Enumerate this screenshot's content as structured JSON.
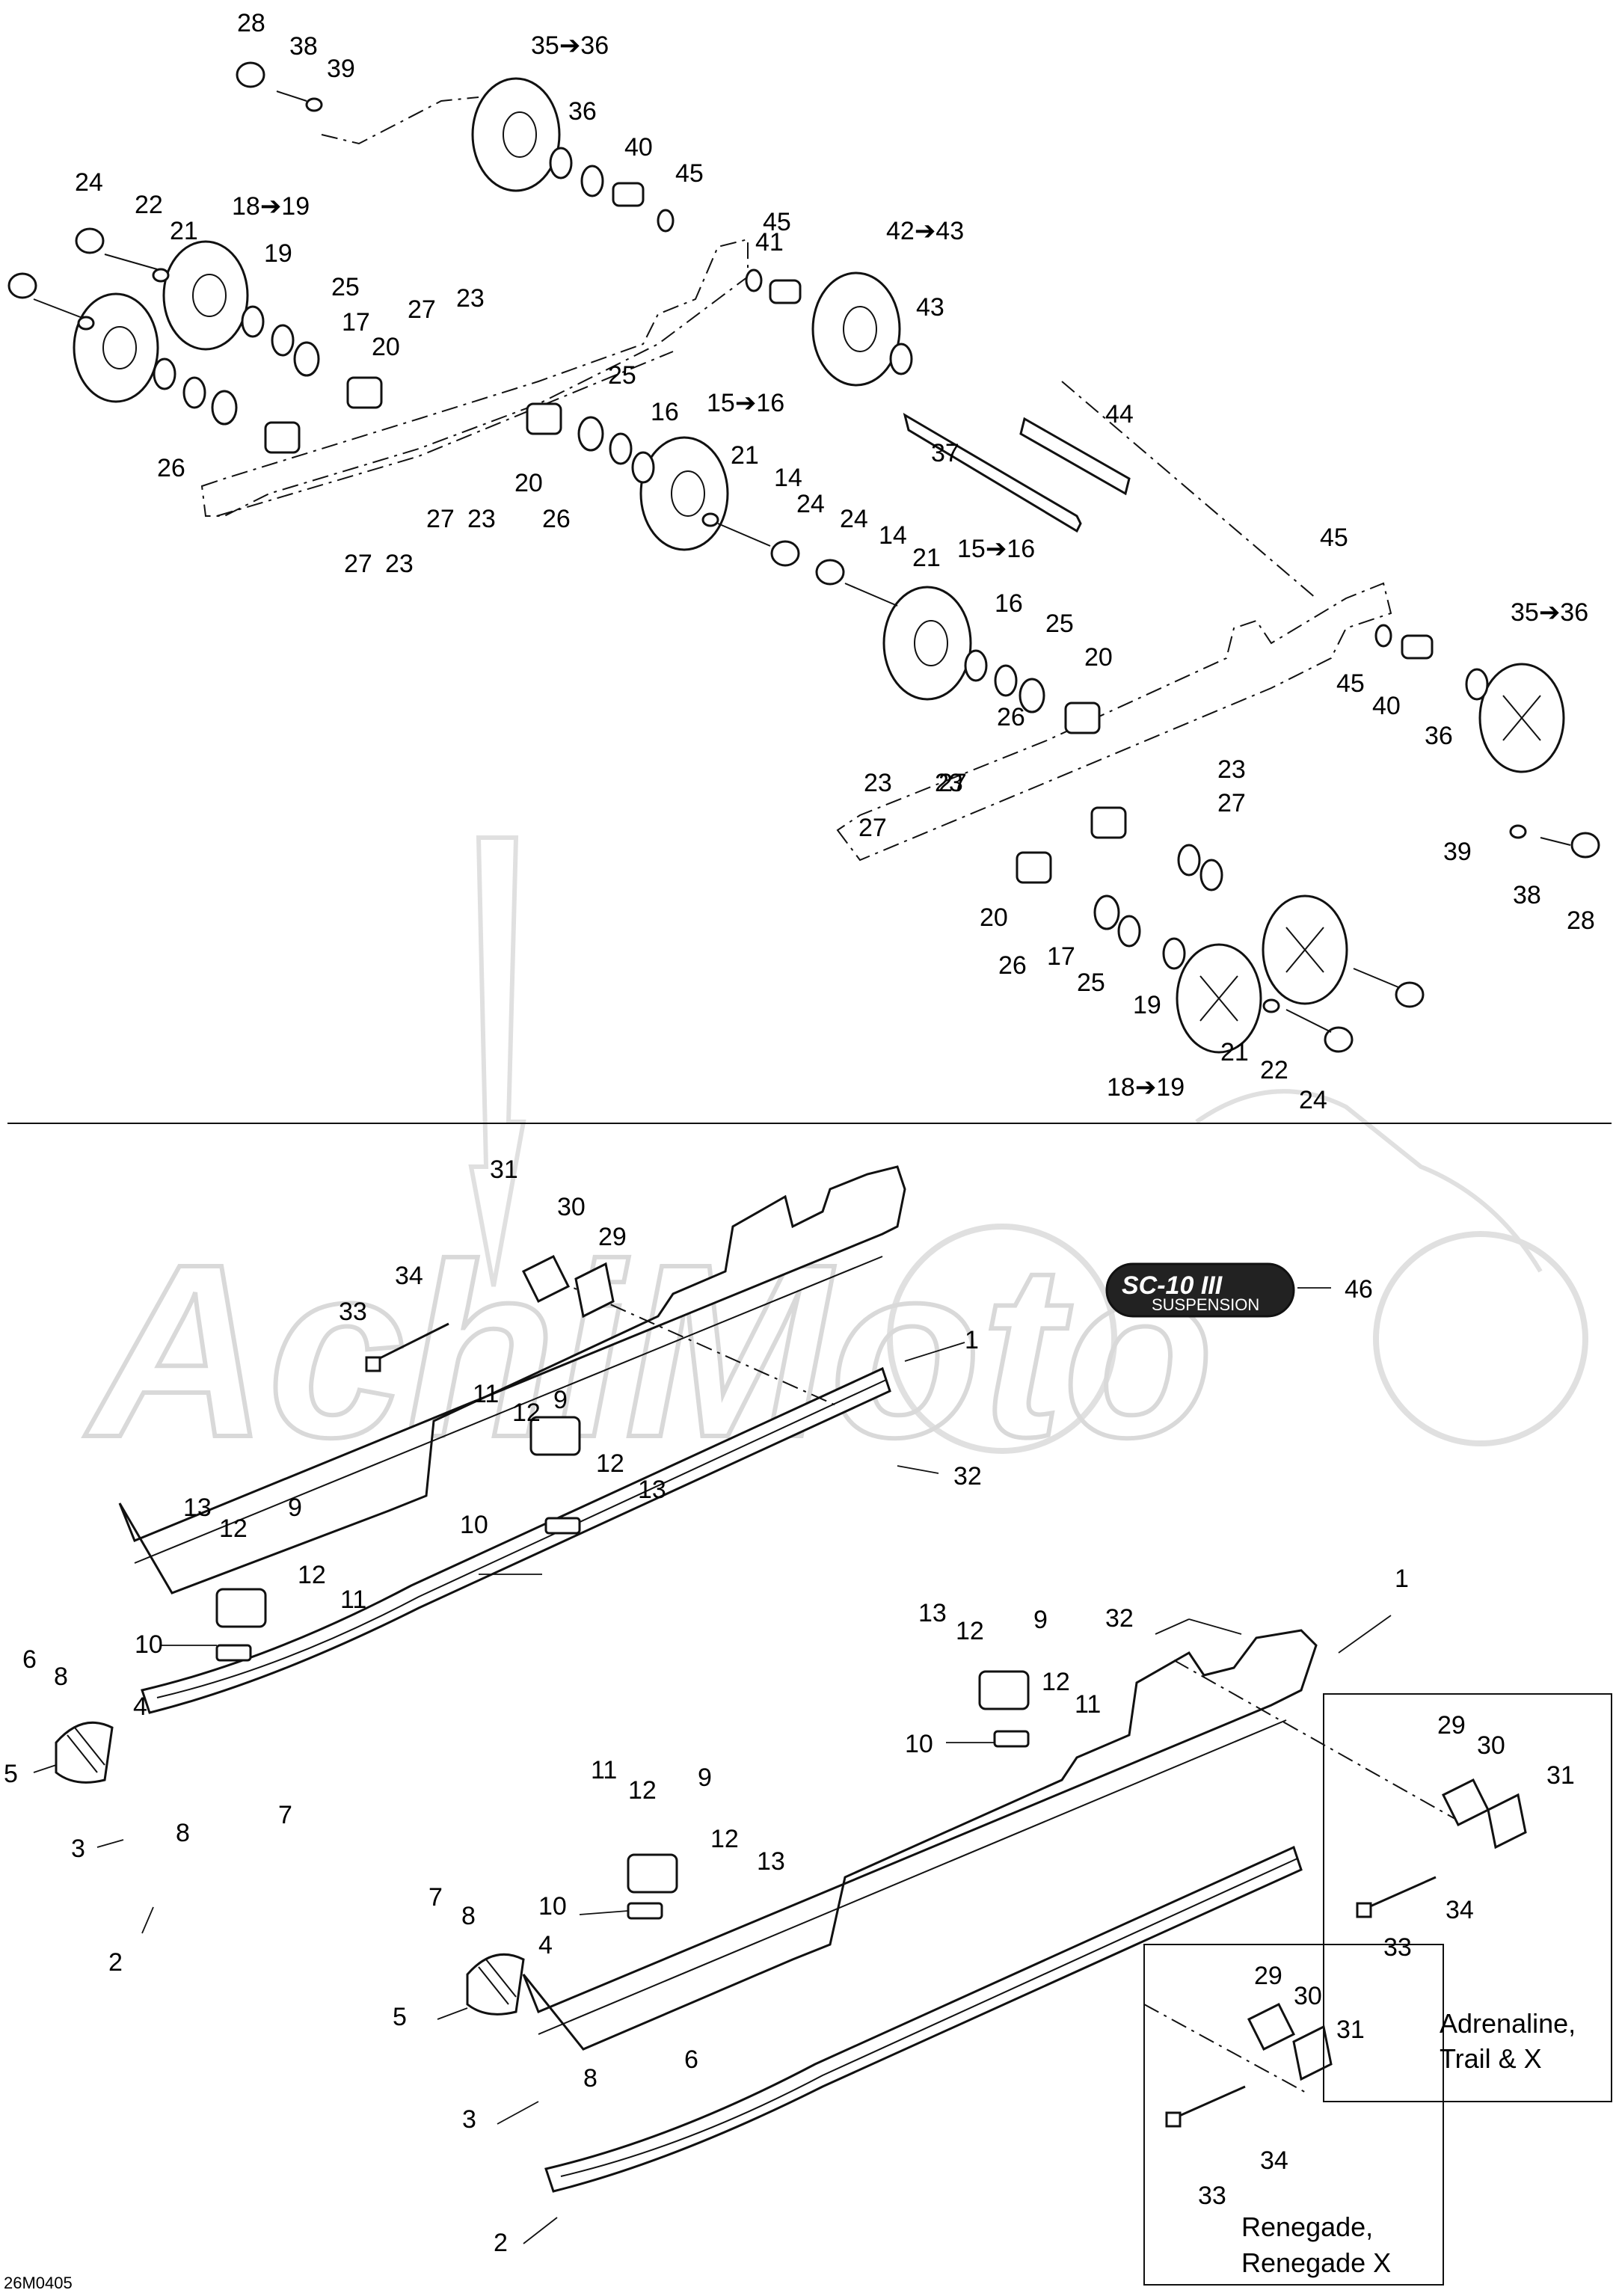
{
  "diagram": {
    "code": "26M0405",
    "logo": {
      "text": "SC-10 III",
      "subtext": "SUSPENSION",
      "label": "46"
    },
    "watermark": "AchiMoto",
    "notes": {
      "adrenaline": [
        "Adrenaline,",
        "Trail & X"
      ],
      "renegade": [
        "Renegade,",
        "Renegade X"
      ]
    },
    "labels": [
      {
        "id": "l28a",
        "text": "28"
      },
      {
        "id": "l38a",
        "text": "38"
      },
      {
        "id": "l39a",
        "text": "39"
      },
      {
        "id": "l3536a",
        "text": "35➔36"
      },
      {
        "id": "l36a",
        "text": "36"
      },
      {
        "id": "l40a",
        "text": "40"
      },
      {
        "id": "l45a",
        "text": "45"
      },
      {
        "id": "l24a",
        "text": "24"
      },
      {
        "id": "l22a",
        "text": "22"
      },
      {
        "id": "l21a",
        "text": "21"
      },
      {
        "id": "l1819a",
        "text": "18➔19"
      },
      {
        "id": "l19a",
        "text": "19"
      },
      {
        "id": "l25a",
        "text": "25"
      },
      {
        "id": "l17a",
        "text": "17"
      },
      {
        "id": "l20a",
        "text": "20"
      },
      {
        "id": "l45b",
        "text": "45"
      },
      {
        "id": "l41a",
        "text": "41"
      },
      {
        "id": "l4243",
        "text": "42➔43"
      },
      {
        "id": "l43a",
        "text": "43"
      },
      {
        "id": "l27a",
        "text": "27"
      },
      {
        "id": "l23a",
        "text": "23"
      },
      {
        "id": "l26a",
        "text": "26"
      },
      {
        "id": "l25b",
        "text": "25"
      },
      {
        "id": "l16a",
        "text": "16"
      },
      {
        "id": "l1516a",
        "text": "15➔16"
      },
      {
        "id": "l20b",
        "text": "20"
      },
      {
        "id": "l26b",
        "text": "26"
      },
      {
        "id": "l27b",
        "text": "27"
      },
      {
        "id": "l23b",
        "text": "23"
      },
      {
        "id": "l27c",
        "text": "27"
      },
      {
        "id": "l23c",
        "text": "23"
      },
      {
        "id": "l21b",
        "text": "21"
      },
      {
        "id": "l14a",
        "text": "14"
      },
      {
        "id": "l24b",
        "text": "24"
      },
      {
        "id": "l44",
        "text": "44"
      },
      {
        "id": "l37",
        "text": "37"
      },
      {
        "id": "l24c",
        "text": "24"
      },
      {
        "id": "l14b",
        "text": "14"
      },
      {
        "id": "l21c",
        "text": "21"
      },
      {
        "id": "l1516b",
        "text": "15➔16"
      },
      {
        "id": "l16b",
        "text": "16"
      },
      {
        "id": "l25c",
        "text": "25"
      },
      {
        "id": "l20c",
        "text": "20"
      },
      {
        "id": "l26c",
        "text": "26"
      },
      {
        "id": "l45c",
        "text": "45"
      },
      {
        "id": "l3536b",
        "text": "35➔36"
      },
      {
        "id": "l45d",
        "text": "45"
      },
      {
        "id": "l40b",
        "text": "40"
      },
      {
        "id": "l36b",
        "text": "36"
      },
      {
        "id": "l23d",
        "text": "23"
      },
      {
        "id": "l27d",
        "text": "27"
      },
      {
        "id": "l23e",
        "text": "23"
      },
      {
        "id": "l27e",
        "text": "27"
      },
      {
        "id": "l23f",
        "text": "23"
      },
      {
        "id": "l27f",
        "text": "27"
      },
      {
        "id": "l39b",
        "text": "39"
      },
      {
        "id": "l38b",
        "text": "38"
      },
      {
        "id": "l28b",
        "text": "28"
      },
      {
        "id": "l20d",
        "text": "20"
      },
      {
        "id": "l26d",
        "text": "26"
      },
      {
        "id": "l17b",
        "text": "17"
      },
      {
        "id": "l25d",
        "text": "25"
      },
      {
        "id": "l19b",
        "text": "19"
      },
      {
        "id": "l21d",
        "text": "21"
      },
      {
        "id": "l22b",
        "text": "22"
      },
      {
        "id": "l24d",
        "text": "24"
      },
      {
        "id": "l1819b",
        "text": "18➔19"
      },
      {
        "id": "l31a",
        "text": "31"
      },
      {
        "id": "l30a",
        "text": "30"
      },
      {
        "id": "l29a",
        "text": "29"
      },
      {
        "id": "l34a",
        "text": "34"
      },
      {
        "id": "l33a",
        "text": "33"
      },
      {
        "id": "l1a",
        "text": "1"
      },
      {
        "id": "l11a",
        "text": "11"
      },
      {
        "id": "l12a",
        "text": "12"
      },
      {
        "id": "l9a",
        "text": "9"
      },
      {
        "id": "l12b",
        "text": "12"
      },
      {
        "id": "l13a",
        "text": "13"
      },
      {
        "id": "l10a",
        "text": "10"
      },
      {
        "id": "l32a",
        "text": "32"
      },
      {
        "id": "l13b",
        "text": "13"
      },
      {
        "id": "l12c",
        "text": "12"
      },
      {
        "id": "l9b",
        "text": "9"
      },
      {
        "id": "l12d",
        "text": "12"
      },
      {
        "id": "l11b",
        "text": "11"
      },
      {
        "id": "l10b",
        "text": "10"
      },
      {
        "id": "l6a",
        "text": "6"
      },
      {
        "id": "l8a",
        "text": "8"
      },
      {
        "id": "l4a",
        "text": "4"
      },
      {
        "id": "l5a",
        "text": "5"
      },
      {
        "id": "l8b",
        "text": "8"
      },
      {
        "id": "l7a",
        "text": "7"
      },
      {
        "id": "l3a",
        "text": "3"
      },
      {
        "id": "l2a",
        "text": "2"
      },
      {
        "id": "l1b",
        "text": "1"
      },
      {
        "id": "l32b",
        "text": "32"
      },
      {
        "id": "l13c",
        "text": "13"
      },
      {
        "id": "l12e",
        "text": "12"
      },
      {
        "id": "l9c",
        "text": "9"
      },
      {
        "id": "l12f",
        "text": "12"
      },
      {
        "id": "l11c",
        "text": "11"
      },
      {
        "id": "l10c",
        "text": "10"
      },
      {
        "id": "l11d",
        "text": "11"
      },
      {
        "id": "l12g",
        "text": "12"
      },
      {
        "id": "l9d",
        "text": "9"
      },
      {
        "id": "l12h",
        "text": "12"
      },
      {
        "id": "l13d",
        "text": "13"
      },
      {
        "id": "l10d",
        "text": "10"
      },
      {
        "id": "l7b",
        "text": "7"
      },
      {
        "id": "l8c",
        "text": "8"
      },
      {
        "id": "l4b",
        "text": "4"
      },
      {
        "id": "l5b",
        "text": "5"
      },
      {
        "id": "l8d",
        "text": "8"
      },
      {
        "id": "l6b",
        "text": "6"
      },
      {
        "id": "l3b",
        "text": "3"
      },
      {
        "id": "l2b",
        "text": "2"
      },
      {
        "id": "l29b",
        "text": "29"
      },
      {
        "id": "l30b",
        "text": "30"
      },
      {
        "id": "l31b",
        "text": "31"
      },
      {
        "id": "l34b",
        "text": "34"
      },
      {
        "id": "l33b",
        "text": "33"
      },
      {
        "id": "l29c",
        "text": "29"
      },
      {
        "id": "l30c",
        "text": "30"
      },
      {
        "id": "l31c",
        "text": "31"
      },
      {
        "id": "l34c",
        "text": "34"
      },
      {
        "id": "l33c",
        "text": "33"
      }
    ]
  }
}
